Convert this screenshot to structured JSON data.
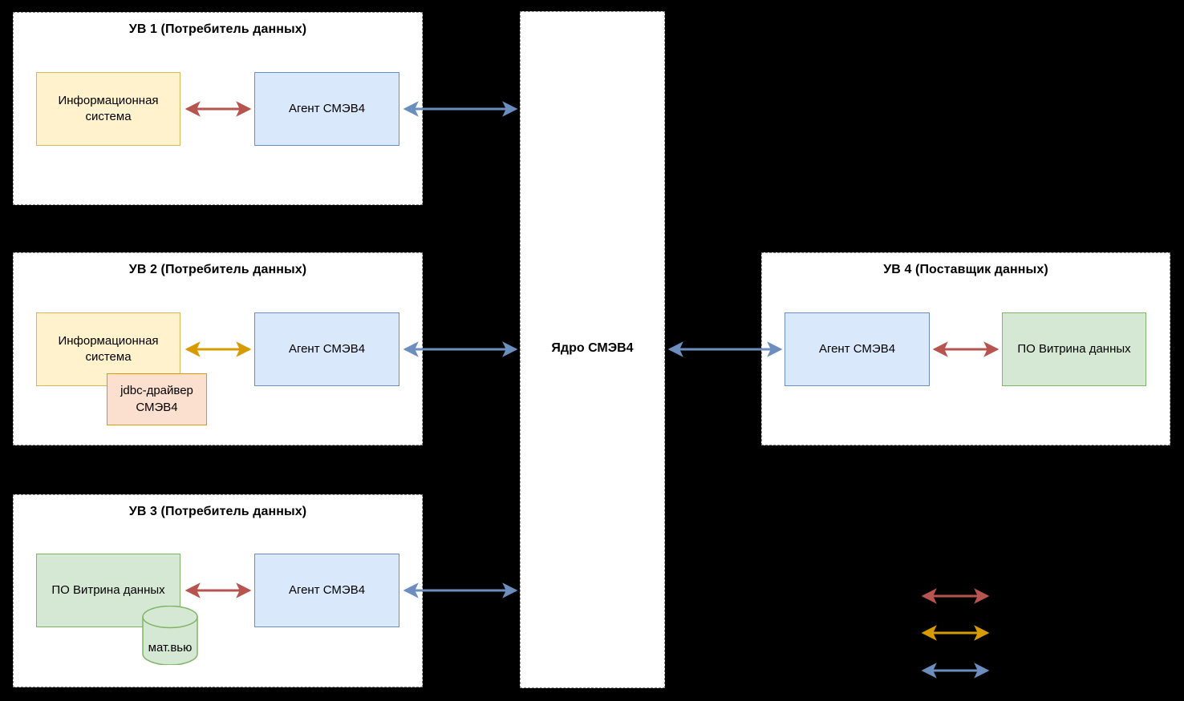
{
  "diagram": {
    "title_core": "Ядро СМЭВ4",
    "background": "#000000",
    "panel_fill": "#ffffff",
    "panel_border": "#888888"
  },
  "colors": {
    "yellow_fill": "#fff2cc",
    "yellow_border": "#d6b656",
    "peach_fill": "#fbe0d0",
    "peach_border": "#d79b00",
    "blue_fill": "#dae8fc",
    "blue_border": "#6c8ebf",
    "green_fill": "#d5e8d4",
    "green_border": "#82b366",
    "arrow_red": "#b85450",
    "arrow_orange": "#d79b00",
    "arrow_blue": "#6c8ebf"
  },
  "panels": {
    "uv1": {
      "title": "УВ 1 (Потребитель данных)",
      "nodes": {
        "info_system": "Информационная система",
        "agent": "Агент СМЭВ4"
      }
    },
    "uv2": {
      "title": "УВ 2 (Потребитель данных)",
      "nodes": {
        "info_system": "Информационная система",
        "jdbc_driver": "jdbc-драйвер СМЭВ4",
        "agent": "Агент СМЭВ4"
      }
    },
    "uv3": {
      "title": "УВ 3 (Потребитель данных)",
      "nodes": {
        "showcase": "ПО Витрина данных",
        "matview": "мат.вью",
        "agent": "Агент СМЭВ4"
      }
    },
    "uv4": {
      "title": "УВ 4 (Поставщик данных)",
      "nodes": {
        "agent": "Агент СМЭВ4",
        "showcase": "ПО Витрина данных"
      }
    }
  },
  "legend": {
    "items": [
      {
        "name": "red-arrow",
        "color": "#b85450",
        "label": ""
      },
      {
        "name": "orange-arrow",
        "color": "#d79b00",
        "label": ""
      },
      {
        "name": "blue-arrow",
        "color": "#6c8ebf",
        "label": ""
      }
    ]
  }
}
